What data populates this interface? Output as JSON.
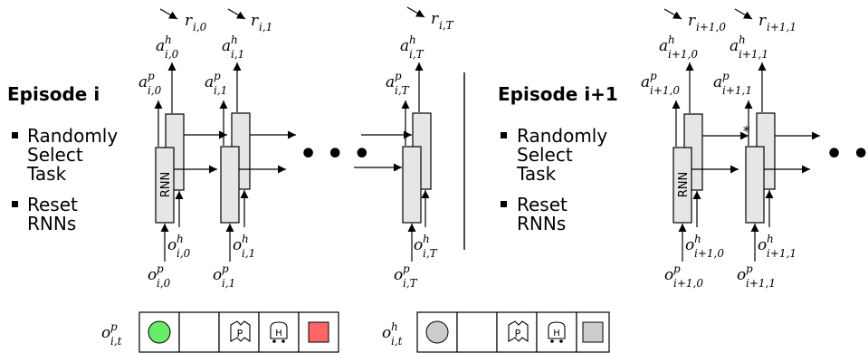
{
  "episodes": [
    {
      "title": "Episode i",
      "bullets": [
        "Randomly",
        "Select",
        "Task",
        "Reset",
        "RNNs"
      ]
    },
    {
      "title": "Episode i+1",
      "bullets": [
        "Randomly",
        "Select",
        "Task",
        "Reset",
        "RNNs"
      ]
    }
  ],
  "rnn_label": "RNN",
  "ellipsis": "• • •",
  "labels": {
    "r_i0": {
      "base": "r",
      "sub": "i,0"
    },
    "r_i1": {
      "base": "r",
      "sub": "i,1"
    },
    "r_iT": {
      "base": "r",
      "sub": "i,T"
    },
    "r_j0": {
      "base": "r",
      "sub": "i+1,0"
    },
    "r_j1": {
      "base": "r",
      "sub": "i+1,1"
    },
    "ah_i0": {
      "base": "a",
      "sup": "h",
      "sub": "i,0"
    },
    "ah_i1": {
      "base": "a",
      "sup": "h",
      "sub": "i,1"
    },
    "ah_iT": {
      "base": "a",
      "sup": "h",
      "sub": "i,T"
    },
    "ah_j0": {
      "base": "a",
      "sup": "h",
      "sub": "i+1,0"
    },
    "ah_j1": {
      "base": "a",
      "sup": "h",
      "sub": "i+1,1"
    },
    "ap_i0": {
      "base": "a",
      "sup": "p",
      "sub": "i,0"
    },
    "ap_i1": {
      "base": "a",
      "sup": "p",
      "sub": "i,1"
    },
    "ap_iT": {
      "base": "a",
      "sup": "p",
      "sub": "i,T"
    },
    "ap_j0": {
      "base": "a",
      "sup": "p",
      "sub": "i+1,0"
    },
    "ap_j1": {
      "base": "a",
      "sup": "p",
      "sub": "i+1,1"
    },
    "oh_i0": {
      "base": "o",
      "sup": "h",
      "sub": "i,0"
    },
    "oh_i1": {
      "base": "o",
      "sup": "h",
      "sub": "i,1"
    },
    "oh_iT": {
      "base": "o",
      "sup": "h",
      "sub": "i,T"
    },
    "oh_j0": {
      "base": "o",
      "sup": "h",
      "sub": "i+1,0"
    },
    "oh_j1": {
      "base": "o",
      "sup": "h",
      "sub": "i+1,1"
    },
    "op_i0": {
      "base": "o",
      "sup": "p",
      "sub": "i,0"
    },
    "op_i1": {
      "base": "o",
      "sup": "p",
      "sub": "i,1"
    },
    "op_iT": {
      "base": "o",
      "sup": "p",
      "sub": "i,T"
    },
    "op_j0": {
      "base": "o",
      "sup": "p",
      "sub": "i+1,0"
    },
    "op_j1": {
      "base": "o",
      "sup": "p",
      "sub": "i+1,1"
    },
    "op_it": {
      "base": "o",
      "sup": "p",
      "sub": "i,t"
    },
    "oh_it": {
      "base": "o",
      "sup": "h",
      "sub": "i,t"
    }
  },
  "star_mark": "*",
  "observations": [
    {
      "cells": [
        "green-circle",
        "empty",
        "map-p-icon",
        "bus-h-icon",
        "red-square"
      ],
      "colors": {
        "green": "#66ee66",
        "red": "#ff6666"
      }
    },
    {
      "cells": [
        "gray-circle",
        "empty",
        "map-p-icon",
        "bus-h-icon",
        "gray-square"
      ],
      "colors": {
        "gray": "#cccccc"
      }
    }
  ],
  "icon_letters": {
    "map": "P",
    "bus": "H"
  }
}
